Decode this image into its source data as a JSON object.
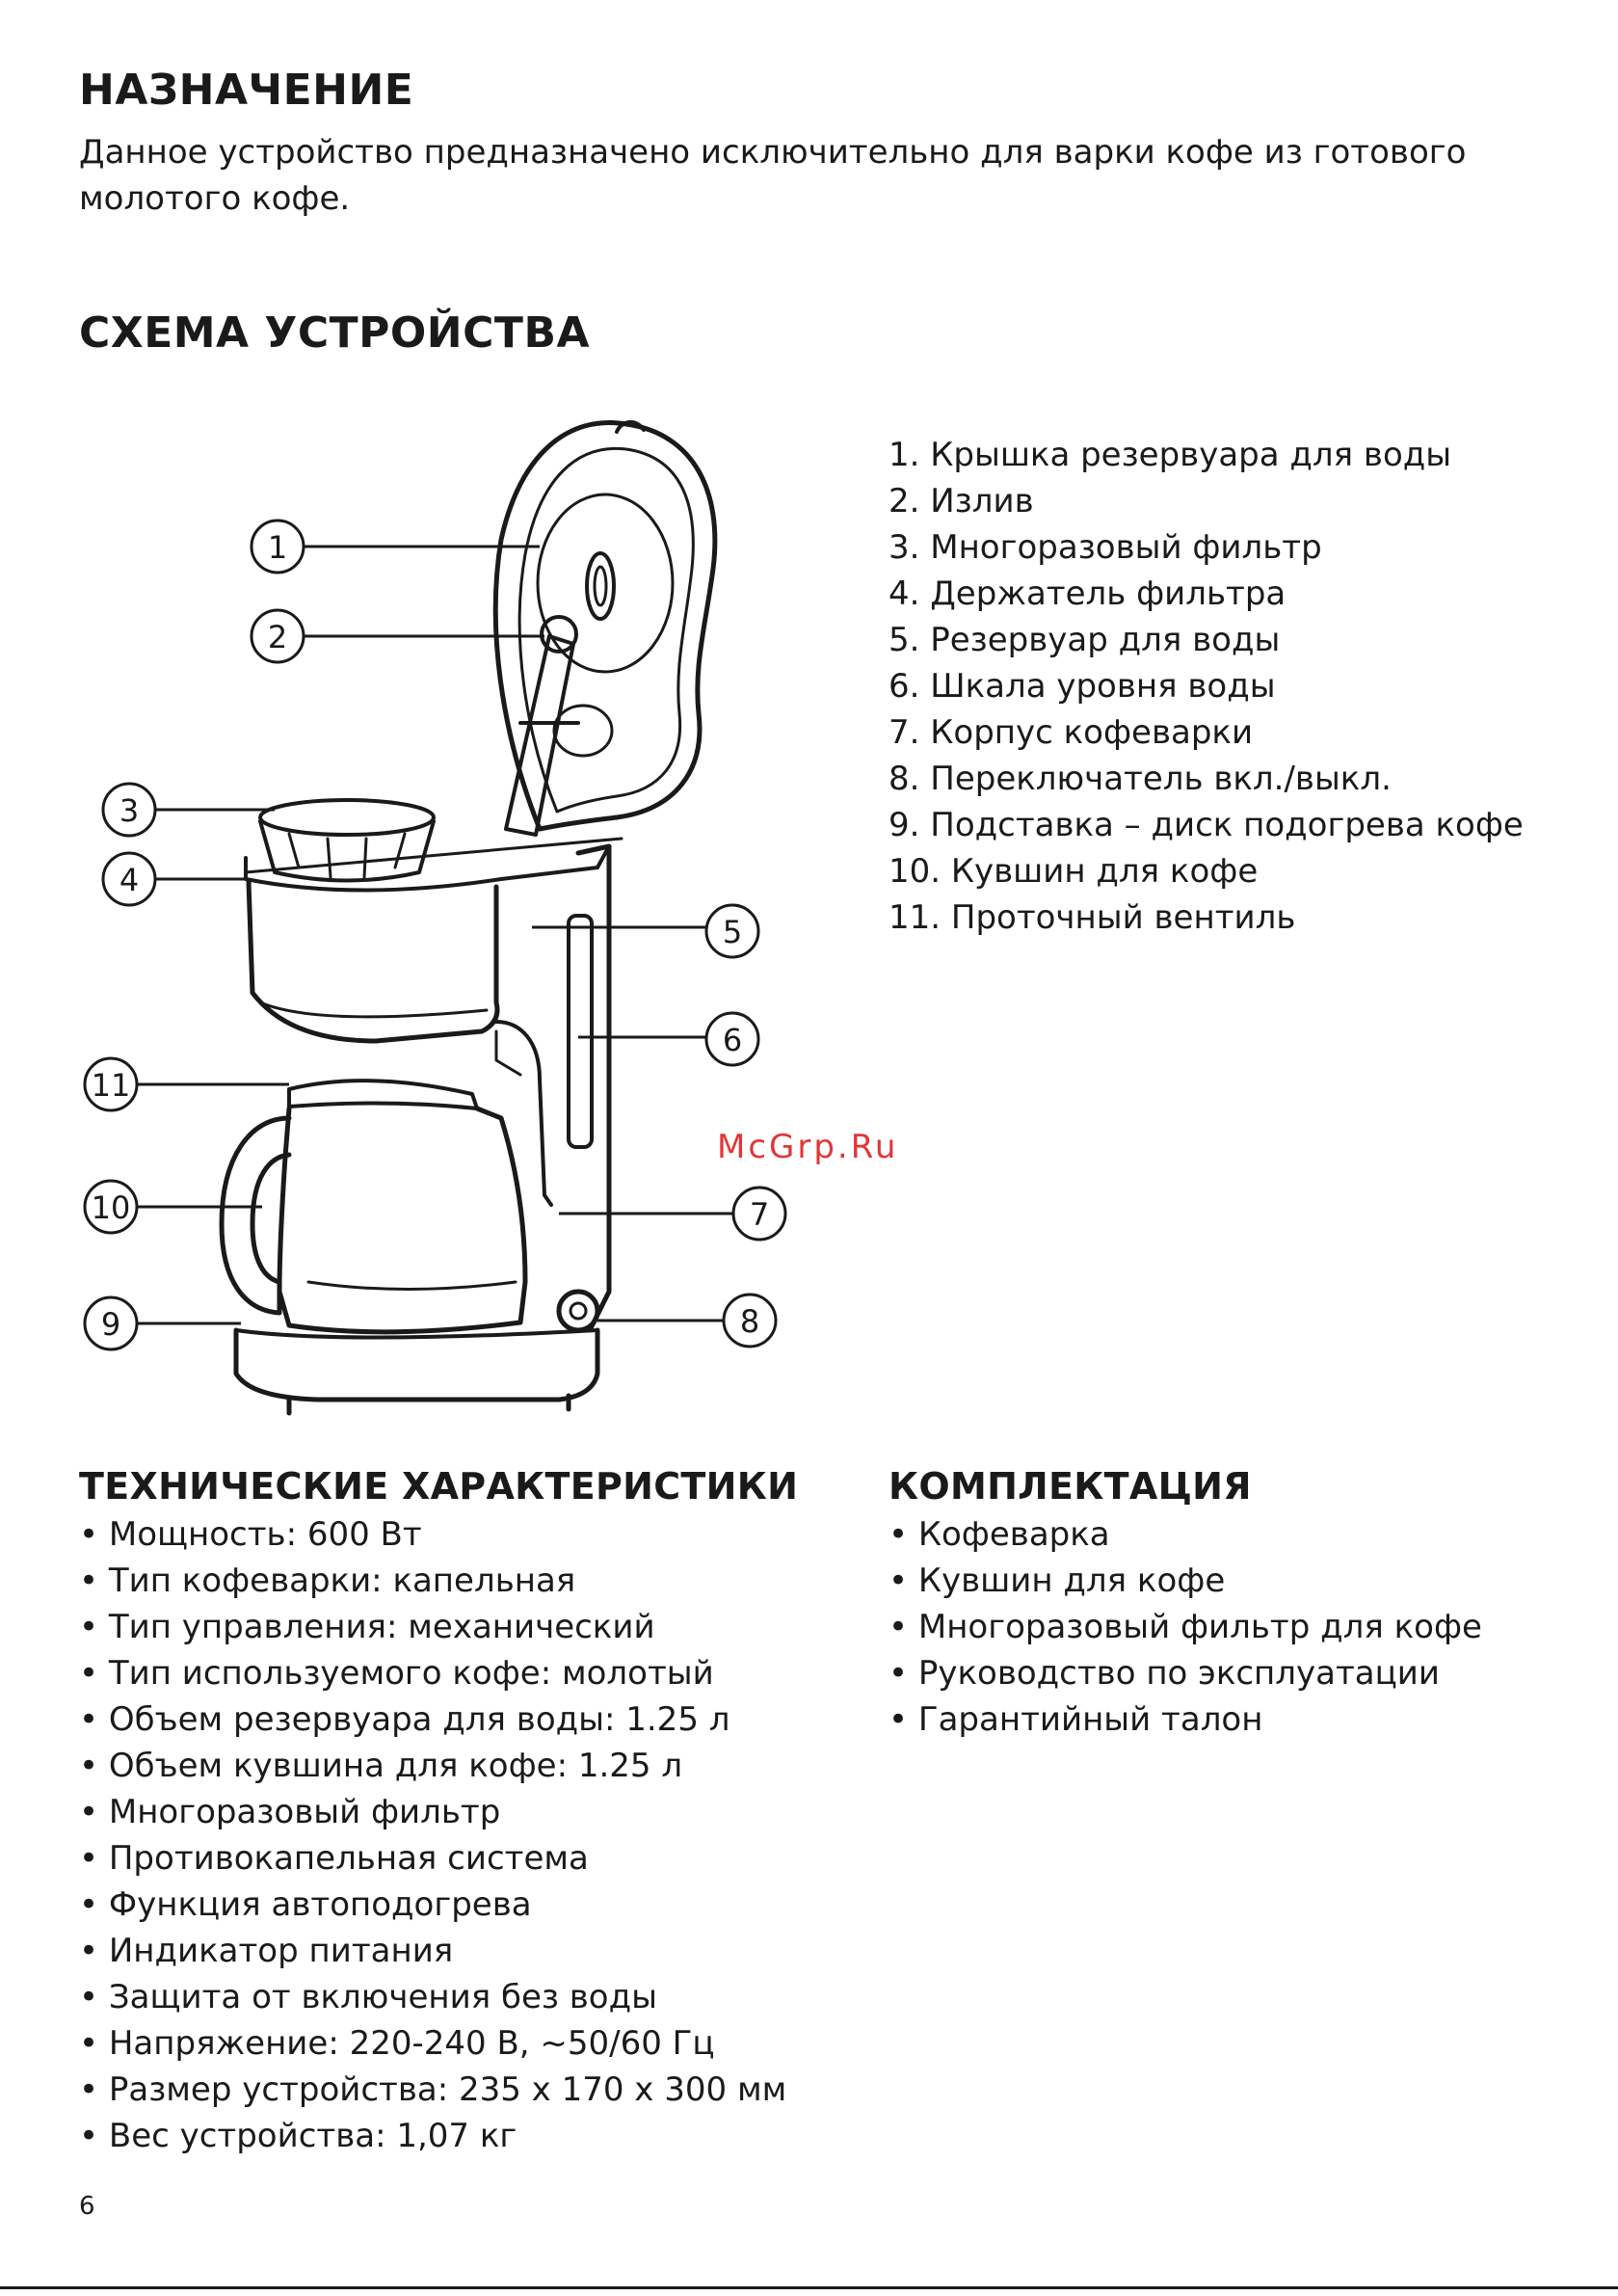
{
  "purpose": {
    "title": "НАЗНАЧЕНИЕ",
    "text": "Данное устройство предназначено исключительно для варки кофе из готового молотого кофе."
  },
  "scheme": {
    "title": "СХЕМА УСТРОЙСТВА",
    "callouts": [
      "1",
      "2",
      "3",
      "4",
      "5",
      "6",
      "7",
      "8",
      "9",
      "10",
      "11"
    ],
    "parts": [
      "1. Крышка резервуара для воды",
      "2. Излив",
      "3. Многоразовый фильтр",
      "4. Держатель фильтра",
      "5. Резервуар для воды",
      "6. Шкала уровня воды",
      "7. Корпус кофеварки",
      "8. Переключатель вкл./выкл.",
      "9. Подставка – диск подогрева кофе",
      "10. Кувшин для кофе",
      "11. Проточный вентиль"
    ]
  },
  "watermark": "McGrp.Ru",
  "specs": {
    "title": "ТЕХНИЧЕСКИЕ ХАРАКТЕРИСТИКИ",
    "items": [
      "• Мощность: 600 Вт",
      "• Тип кофеварки: капельная",
      "• Тип управления: механический",
      "• Тип используемого кофе: молотый",
      "• Объем резервуара для воды: 1.25 л",
      "• Объем кувшина для кофе: 1.25 л",
      "• Многоразовый фильтр",
      "• Противокапельная система",
      "• Функция автоподогрева",
      "• Индикатор питания",
      "• Защита от включения без воды",
      "• Напряжение: 220-240 В, ~50/60 Гц",
      "• Размер устройства: 235 х 170 х 300 мм",
      "• Вес устройства: 1,07 кг"
    ]
  },
  "package": {
    "title": "КОМПЛЕКТАЦИЯ",
    "items": [
      "• Кофеварка",
      "• Кувшин для кофе",
      "• Многоразовый фильтр для кофе",
      "• Руководство по эксплуатации",
      "• Гарантийный талон"
    ]
  },
  "page_number": "6"
}
